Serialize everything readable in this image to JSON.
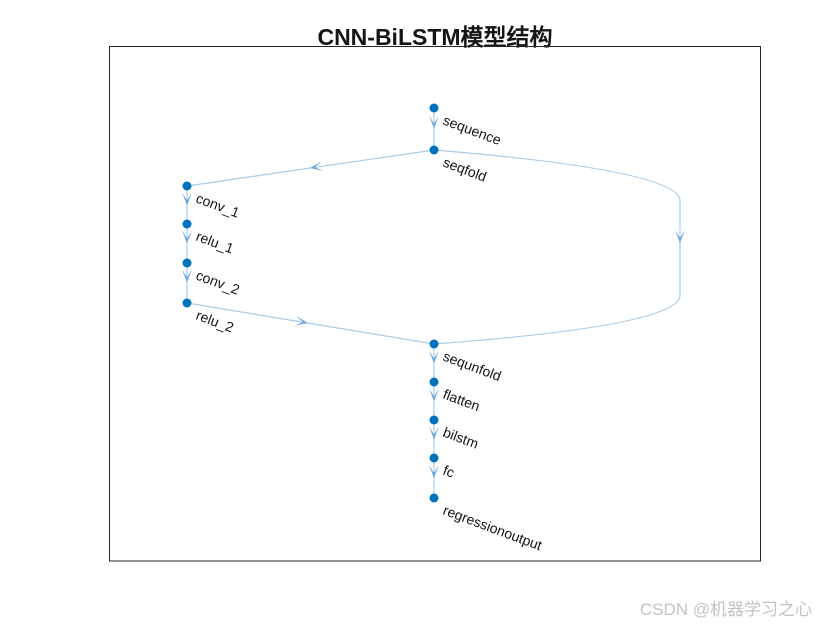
{
  "figure": {
    "title": "CNN-BiLSTM模型结构",
    "watermark": "CSDN @机器学习之心"
  },
  "graph": {
    "type": "layer-graph",
    "colors": {
      "node": "#0072BD",
      "edge": "#A8CCE8",
      "arrow": "#6FA8DC",
      "axes_border": "#262626"
    },
    "nodes": [
      {
        "id": "sequence",
        "label": "sequence"
      },
      {
        "id": "seqfold",
        "label": "seqfold"
      },
      {
        "id": "conv_1",
        "label": "conv_1"
      },
      {
        "id": "relu_1",
        "label": "relu_1"
      },
      {
        "id": "conv_2",
        "label": "conv_2"
      },
      {
        "id": "relu_2",
        "label": "relu_2"
      },
      {
        "id": "sequnfold",
        "label": "sequnfold"
      },
      {
        "id": "flatten",
        "label": "flatten"
      },
      {
        "id": "bilstm",
        "label": "bilstm"
      },
      {
        "id": "fc",
        "label": "fc"
      },
      {
        "id": "regressionoutput",
        "label": "regressionoutput"
      }
    ],
    "edges": [
      {
        "from": "sequence",
        "to": "seqfold"
      },
      {
        "from": "seqfold",
        "to": "conv_1"
      },
      {
        "from": "conv_1",
        "to": "relu_1"
      },
      {
        "from": "relu_1",
        "to": "conv_2"
      },
      {
        "from": "conv_2",
        "to": "relu_2"
      },
      {
        "from": "relu_2",
        "to": "sequnfold"
      },
      {
        "from": "seqfold",
        "to": "sequnfold"
      },
      {
        "from": "sequnfold",
        "to": "flatten"
      },
      {
        "from": "flatten",
        "to": "bilstm"
      },
      {
        "from": "bilstm",
        "to": "fc"
      },
      {
        "from": "fc",
        "to": "regressionoutput"
      }
    ]
  }
}
